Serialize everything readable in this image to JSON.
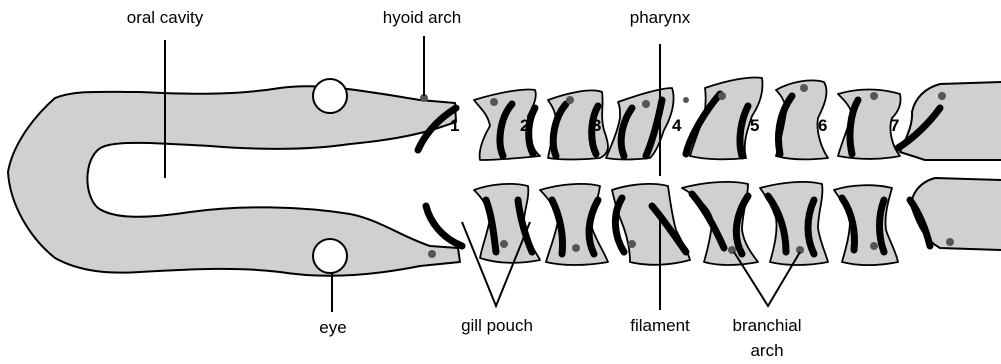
{
  "labels": {
    "oral_cavity": "oral cavity",
    "hyoid_arch": "hyoid arch",
    "pharynx": "pharynx",
    "eye": "eye",
    "gill_pouch": "gill pouch",
    "filament": "filament",
    "branchial_arch_line1": "branchial",
    "branchial_arch_line2": "arch"
  },
  "slit_numbers": [
    "1",
    "2",
    "3",
    "4",
    "5",
    "6",
    "7"
  ],
  "colors": {
    "tissue": "#d0d0d0",
    "outline": "#000000",
    "blood_vessel_dot": "#555555"
  }
}
